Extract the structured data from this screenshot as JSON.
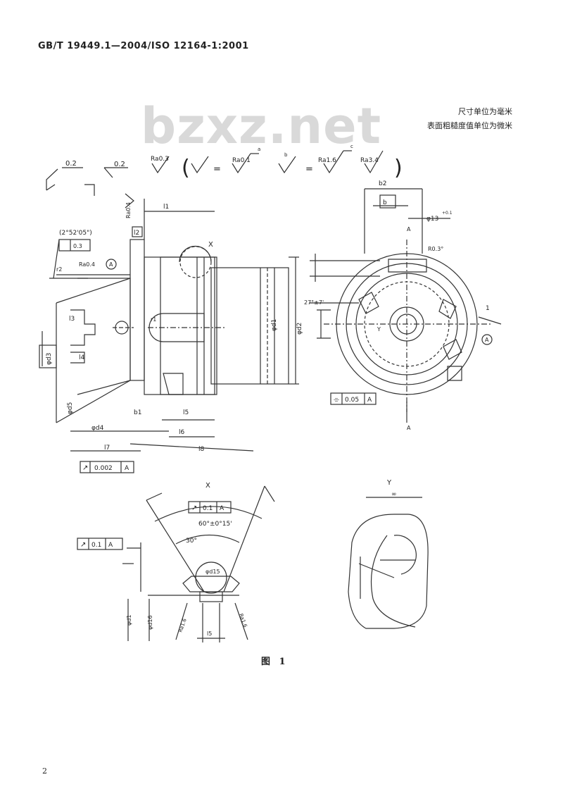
{
  "header": {
    "standard": "GB/T 19449.1—2004/ISO 12164-1:2001"
  },
  "watermark": "bzxz.net",
  "units": {
    "dimension_note": "尺寸单位为毫米",
    "roughness_note": "表面粗糙度值单位为微米"
  },
  "roughness_row": {
    "flat1": "0.2",
    "flat2": "0.2",
    "ra_main": "Ra0.3",
    "eq": "=",
    "ra1": "Ra0.1",
    "ra2": "Ra1.6",
    "ra3": "Ra3.4",
    "mark1": "a",
    "mark2": "b",
    "mark3": "c"
  },
  "main_view": {
    "angle_box": "(2°52'05\")",
    "flatness": "0.3",
    "ra_small": "Ra0.4",
    "ra_vertical": "Ra0.4",
    "datum_left": "A",
    "tol_bottom_value": "0.002",
    "tol_bottom_datum": "A",
    "x_label": "X",
    "labels": [
      "l1",
      "l2",
      "l3",
      "l4",
      "l5",
      "l6",
      "l7",
      "l8",
      "b1",
      "φd1",
      "φd2",
      "φd3",
      "φd4",
      "φd5",
      "r1",
      "r2"
    ]
  },
  "right_view": {
    "b2": "b2",
    "box": "b",
    "hole": "φ13",
    "hole_tol": "+0.1",
    "angle": "27°±7'",
    "chamfer": "R0.3°",
    "sec_label": "A",
    "datum_circle": "A",
    "flat_value": "0.05",
    "flat_datum": "A",
    "y_label": "Y",
    "one": "1"
  },
  "detail_x": {
    "title": "X",
    "tol_value": "0.1",
    "tol_datum": "A",
    "angle": "60°±0°15'",
    "inner_angle": "30°",
    "left_tol_value": "0.1",
    "left_tol_datum": "A",
    "ball": "φd15",
    "dim_l": "l5",
    "ra_left": "Ra1.6",
    "ra_right": "Ra1.6",
    "dim_v1": "φd1",
    "dim_v2": "φd16"
  },
  "detail_y": {
    "title": "Y",
    "dim": "∞"
  },
  "caption": "图 1",
  "page_number": "2"
}
